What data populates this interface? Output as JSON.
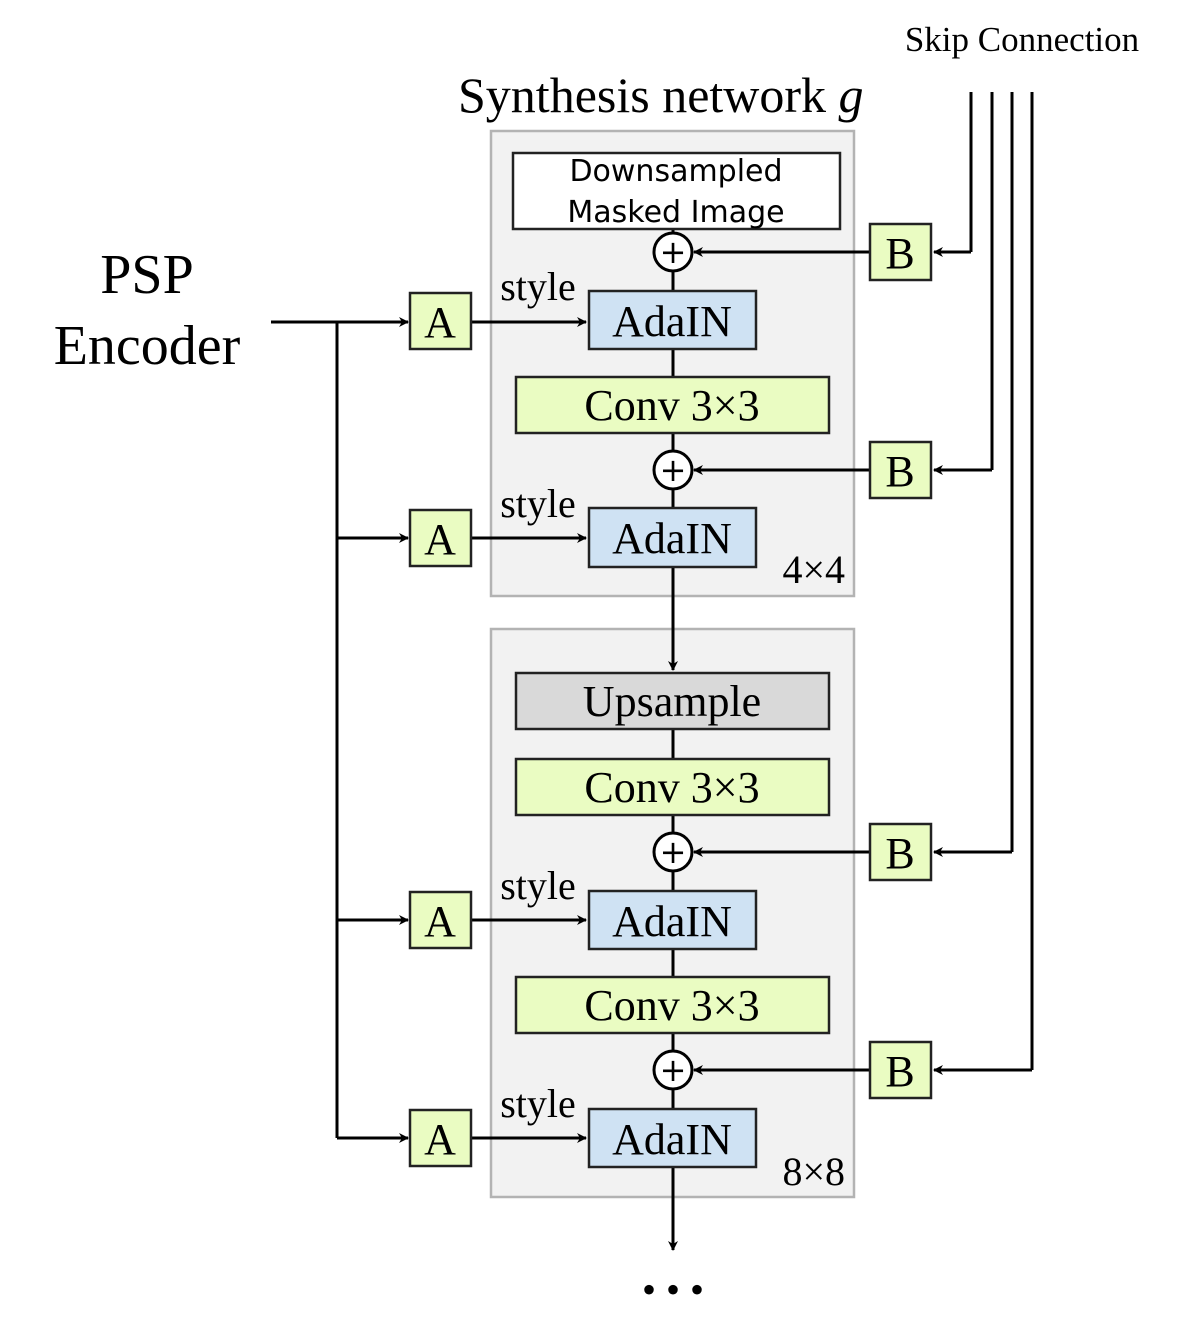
{
  "title_text": "Synthesis network",
  "title_symbol": "g",
  "encoder": {
    "line1": "PSP",
    "line2": "Encoder"
  },
  "skip_label": "Skip Connection",
  "input_box": {
    "line1": "Downsampled",
    "line2": "Masked Image"
  },
  "a_label": "A",
  "b_label": "B",
  "style_label": "style",
  "adain_label": "AdaIN",
  "conv_label": "Conv 3×3",
  "upsample_label": "Upsample",
  "plus_symbol": "+",
  "stages": [
    {
      "resolution": "4×4"
    },
    {
      "resolution": "8×8"
    }
  ],
  "ellipsis": "• • •",
  "colors": {
    "adain_fill": "#cfe2f3",
    "conv_fill": "#eafcc2",
    "affine_fill": "#eafcc2",
    "upsample_fill": "#d9d9d9",
    "stage_fill": "#f2f2f2",
    "stage_border": "#b3b3b3"
  }
}
